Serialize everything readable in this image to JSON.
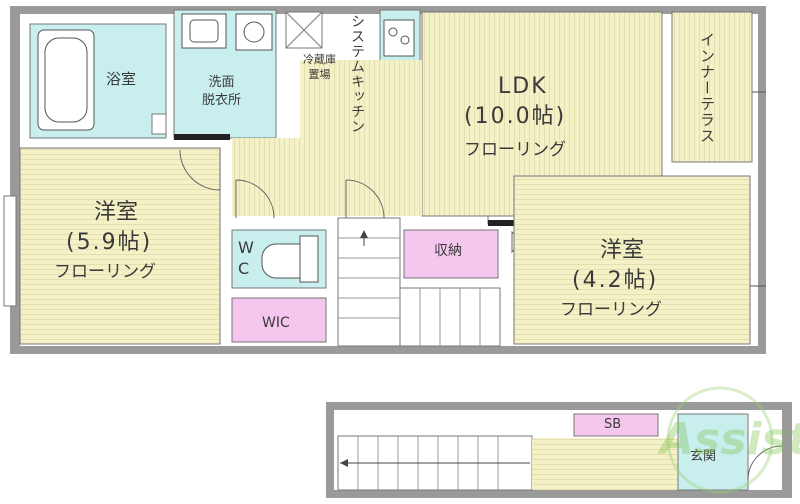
{
  "rooms": {
    "bath": "浴室",
    "washroom": "洗面\n脱衣所",
    "fridge": "冷蔵庫\n置場",
    "kitchen": "システムキッチン",
    "ldk_name": "LDK",
    "ldk_size": "(10.0帖)",
    "ldk_floor": "フローリング",
    "terrace": "インナーテラス",
    "west_name": "洋室",
    "west_size": "(5.9帖)",
    "west_floor": "フローリング",
    "wc": "W\nC",
    "storage": "収納",
    "east_name": "洋室",
    "east_size": "(4.2帖)",
    "east_floor": "フローリング",
    "wic": "WIC",
    "sb": "SB",
    "entrance": "玄関"
  },
  "watermark": "Assist",
  "colors": {
    "lime": "#f3f0c2",
    "aqua": "#c5ecec",
    "pink": "#f3c4ec",
    "wall": "#8a8a8a",
    "floor_line": "#e1ddaf",
    "text": "#3a3a3a",
    "watermark": "#7cc24a"
  }
}
